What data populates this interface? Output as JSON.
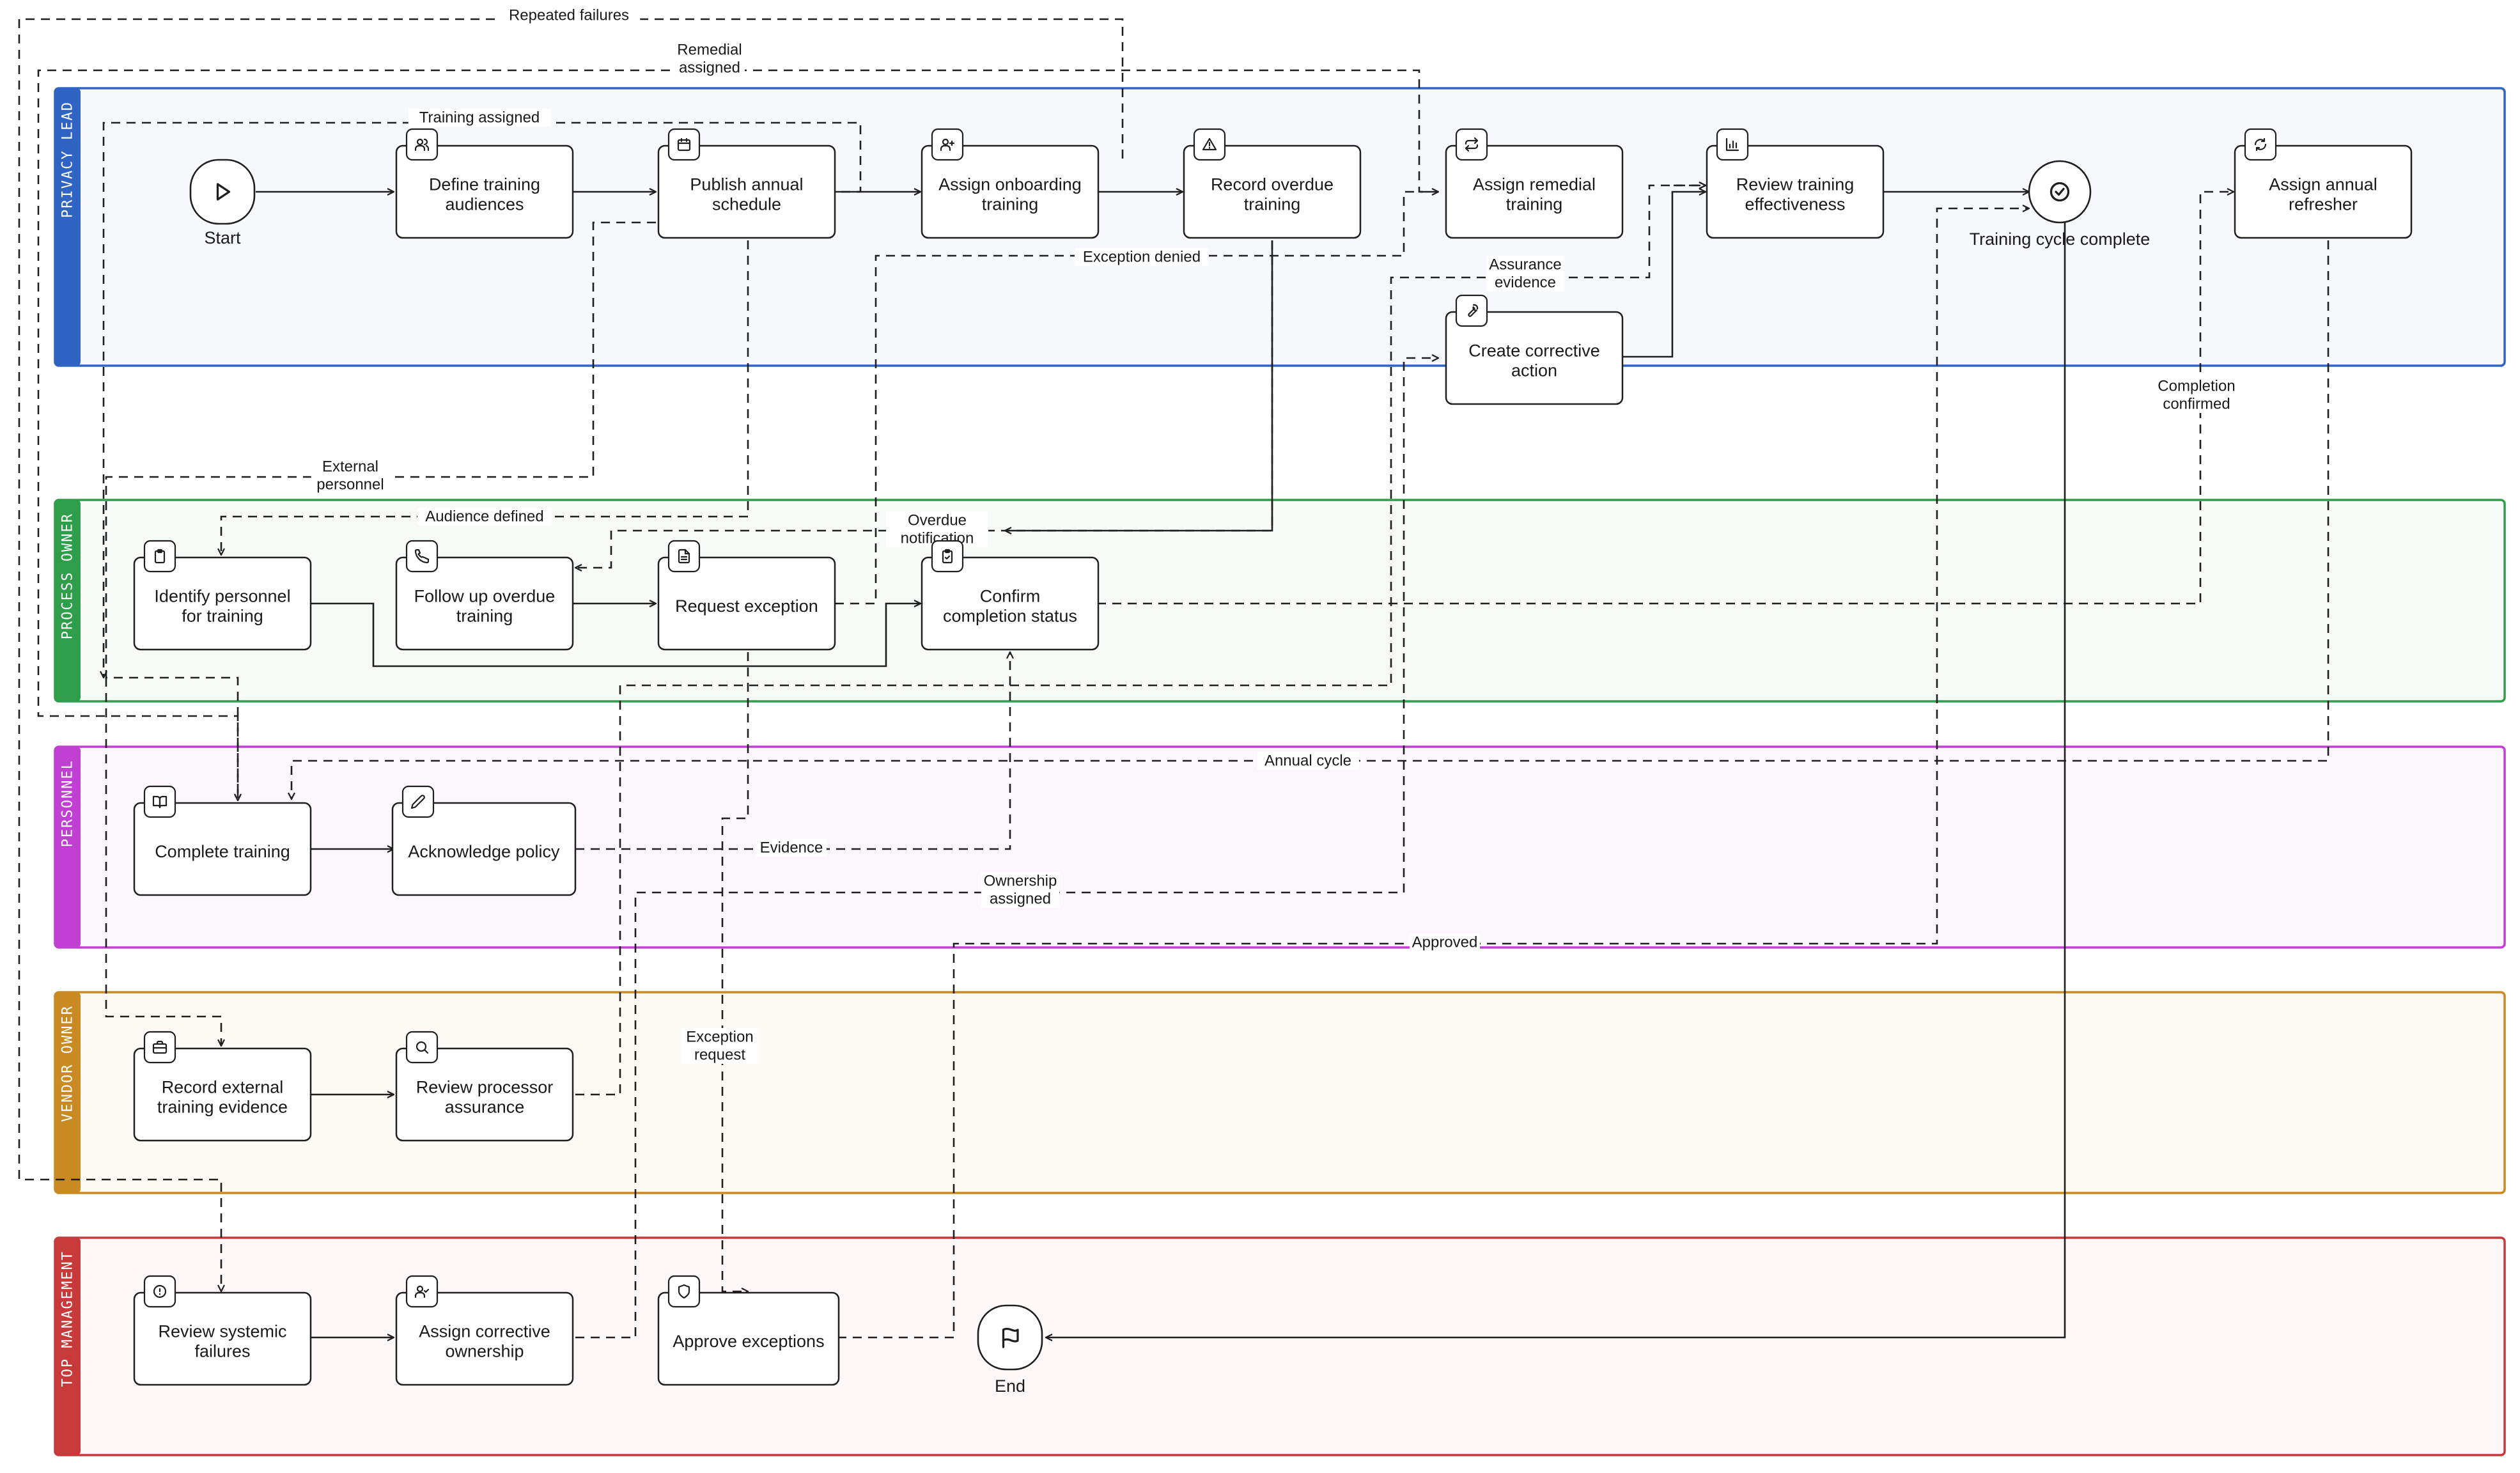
{
  "colors": {
    "privacy_lead": "#2f63c4",
    "process_owner": "#2e9e4a",
    "personnel": "#c23fd4",
    "vendor_owner": "#c98a22",
    "top_management": "#c83a3a"
  },
  "lanes": [
    {
      "id": "privacy_lead",
      "label": "PRIVACY LEAD"
    },
    {
      "id": "process_owner",
      "label": "PROCESS OWNER"
    },
    {
      "id": "personnel",
      "label": "PERSONNEL"
    },
    {
      "id": "vendor_owner",
      "label": "VENDOR OWNER"
    },
    {
      "id": "top_management",
      "label": "TOP MANAGEMENT"
    }
  ],
  "nodes": {
    "start": {
      "label": [
        "Start"
      ],
      "icon": "play-icon"
    },
    "define_audiences": {
      "label": [
        "Define training",
        "audiences"
      ],
      "icon": "users-icon"
    },
    "publish_schedule": {
      "label": [
        "Publish annual",
        "schedule"
      ],
      "icon": "calendar-icon"
    },
    "assign_onboarding": {
      "label": [
        "Assign onboarding",
        "training"
      ],
      "icon": "user-plus-icon"
    },
    "record_overdue": {
      "label": [
        "Record overdue",
        "training"
      ],
      "icon": "warning-icon"
    },
    "assign_remedial": {
      "label": [
        "Assign remedial",
        "training"
      ],
      "icon": "repeat-icon"
    },
    "review_effectiveness": {
      "label": [
        "Review training",
        "effectiveness"
      ],
      "icon": "bar-chart-icon"
    },
    "training_complete": {
      "label": [
        "Training cycle complete"
      ],
      "icon": "check-circle-icon"
    },
    "assign_refresher": {
      "label": [
        "Assign annual",
        "refresher"
      ],
      "icon": "refresh-icon"
    },
    "create_corrective": {
      "label": [
        "Create corrective",
        "action"
      ],
      "icon": "wrench-icon"
    },
    "identify_personnel": {
      "label": [
        "Identify personnel",
        "for training"
      ],
      "icon": "clipboard-icon"
    },
    "follow_up": {
      "label": [
        "Follow up overdue",
        "training"
      ],
      "icon": "phone-icon"
    },
    "request_exception": {
      "label": [
        "Request exception"
      ],
      "icon": "document-icon"
    },
    "confirm_status": {
      "label": [
        "Confirm",
        "completion status"
      ],
      "icon": "clipboard-check-icon"
    },
    "complete_training": {
      "label": [
        "Complete training"
      ],
      "icon": "book-icon"
    },
    "acknowledge_policy": {
      "label": [
        "Acknowledge policy"
      ],
      "icon": "pencil-icon"
    },
    "record_external": {
      "label": [
        "Record external",
        "training evidence"
      ],
      "icon": "briefcase-icon"
    },
    "review_processor": {
      "label": [
        "Review processor",
        "assurance"
      ],
      "icon": "search-icon"
    },
    "review_systemic": {
      "label": [
        "Review systemic",
        "failures"
      ],
      "icon": "alert-circle-icon"
    },
    "assign_ownership": {
      "label": [
        "Assign corrective",
        "ownership"
      ],
      "icon": "user-check-icon"
    },
    "approve_exceptions": {
      "label": [
        "Approve exceptions"
      ],
      "icon": "shield-icon"
    },
    "end": {
      "label": [
        "End"
      ],
      "icon": "flag-icon"
    }
  },
  "edge_labels": {
    "repeated_failures": [
      "Repeated failures"
    ],
    "remedial_assigned": [
      "Remedial",
      "assigned"
    ],
    "training_assigned": [
      "Training assigned"
    ],
    "exception_denied": [
      "Exception denied"
    ],
    "assurance_evidence": [
      "Assurance",
      "evidence"
    ],
    "completion_confirmed": [
      "Completion",
      "confirmed"
    ],
    "external_personnel": [
      "External",
      "personnel"
    ],
    "audience_defined": [
      "Audience defined"
    ],
    "overdue_notification": [
      "Overdue",
      "notification"
    ],
    "annual_cycle": [
      "Annual cycle"
    ],
    "evidence": [
      "Evidence"
    ],
    "ownership_assigned": [
      "Ownership",
      "assigned"
    ],
    "approved": [
      "Approved"
    ],
    "exception_request": [
      "Exception",
      "request"
    ]
  }
}
